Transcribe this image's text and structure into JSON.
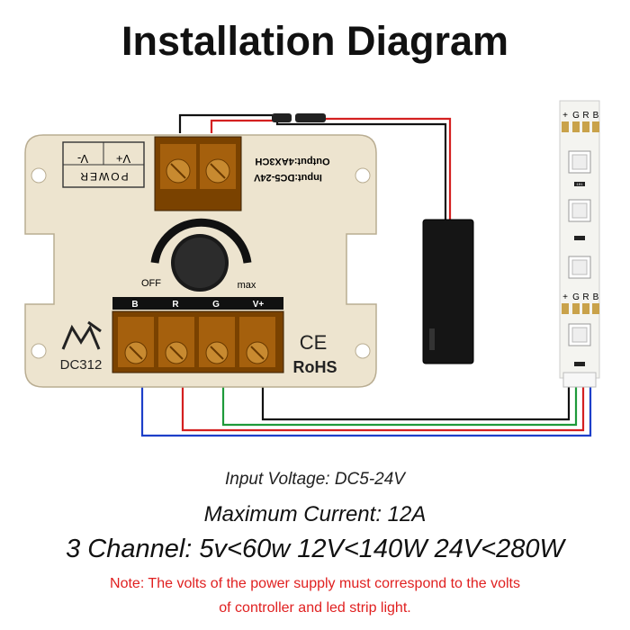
{
  "title": "Installation Diagram",
  "controller": {
    "power_label": "POWER",
    "v_minus": "V-",
    "v_plus": "V+",
    "input_text": "Input:DC5-24V",
    "output_text": "Output:4AX3CH",
    "knob_off": "OFF",
    "knob_max": "max",
    "terminal_labels": [
      "B",
      "R",
      "G",
      "V+"
    ],
    "model": "DC312",
    "ce_mark": "CE",
    "rohs": "RoHS"
  },
  "strip": {
    "pad_labels": [
      "+",
      "G",
      "R",
      "B"
    ],
    "resistor_label": "101"
  },
  "specs": {
    "input_voltage": "Input Voltage: DC5-24V",
    "max_current": "Maximum Current: 12A",
    "channel": "3 Channel: 5v<60w 12V<140W 24V<280W"
  },
  "note": {
    "line1": "Note: The volts of the power supply must correspond to the volts",
    "line2": "of controller and led strip light."
  },
  "colors": {
    "wire_red": "#d42020",
    "wire_green": "#1e9a3a",
    "wire_blue": "#1d3fc9",
    "wire_black": "#111111",
    "case": "#ede4cf",
    "terminal_amber": "#8a4a00",
    "strip_pcb": "#f4f4f0",
    "note": "#e02020"
  }
}
